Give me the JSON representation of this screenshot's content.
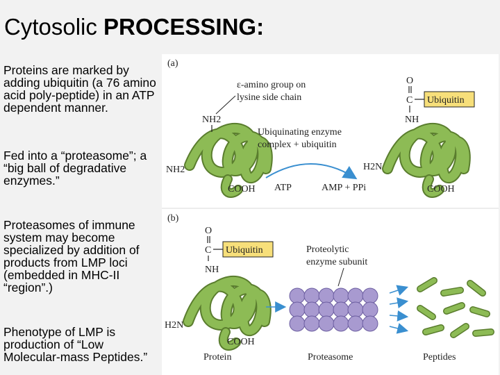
{
  "slide": {
    "title_normal": "Cytosolic ",
    "title_bold": "PROCESSING:",
    "paragraphs": [
      "Proteins are marked by adding ubiquitin (a 76 amino acid poly-peptide) in an ATP dependent manner.",
      "Fed into a “proteasome”; a “big ball of degradative enzymes.”",
      " Proteasomes of immune system may become specialized by addition of products from LMP loci (embedded in MHC-II “region”.)",
      "Phenotype of LMP is production of “Low Molecular-mass Peptides.”"
    ]
  },
  "figure": {
    "panel_a": {
      "label": "(a)",
      "annotation_line1": "ε-amino group on",
      "annotation_line2": "lysine side chain",
      "nh2_top": "NH2",
      "nh2_left": "NH2",
      "cooh_left": "COOH",
      "enzyme_line1": "Ubiquinating enzyme",
      "enzyme_line2": "complex + ubiquitin",
      "atp": "ATP",
      "amp": "AMP + PPi",
      "h2n_right": "H2N",
      "cooh_right": "COOH",
      "o": "O",
      "c": "C",
      "nh": "NH",
      "ubiquitin": "Ubiquitin"
    },
    "panel_b": {
      "label": "(b)",
      "o": "O",
      "c": "C",
      "nh": "NH",
      "ubiquitin": "Ubiquitin",
      "h2n": "H2N",
      "cooh": "COOH",
      "subunit_line1": "Proteolytic",
      "subunit_line2": "enzyme subunit",
      "protein": "Protein",
      "proteasome": "Proteasome",
      "peptides": "Peptides"
    },
    "colors": {
      "protein_green": "#8dbb55",
      "protein_outline": "#5a7d2e",
      "ubiquitin_box": "#f7df7a",
      "proteasome_purple": "#a89ad0",
      "arrow_blue": "#3a8fd0"
    }
  }
}
